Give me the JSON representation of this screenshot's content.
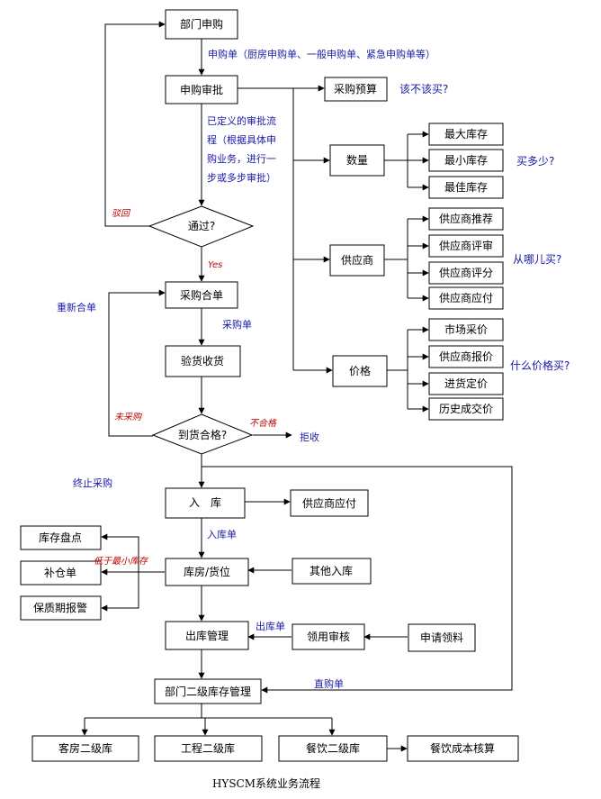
{
  "nodes": {
    "dept_purchase": "部门申购",
    "purchase_approval": "申购审批",
    "purchase_budget": "采购预算",
    "quantity": "数量",
    "max_stock": "最大库存",
    "min_stock": "最小库存",
    "best_stock": "最佳库存",
    "supplier": "供应商",
    "supplier_recommend": "供应商推荐",
    "supplier_review": "供应商评审",
    "supplier_score": "供应商评分",
    "supplier_payable_1": "供应商应付",
    "price": "价格",
    "market_price": "市场采价",
    "supplier_quote": "供应商报价",
    "purchase_price": "进货定价",
    "history_price": "历史成交价",
    "approved": "通过?",
    "purchase_contract": "采购合单",
    "inspection": "验货收货",
    "qualified": "到货合格?",
    "stock_in": "入　库",
    "supplier_payable_2": "供应商应付",
    "inventory_count": "库存盘点",
    "replenish": "补仓单",
    "expiry_alert": "保质期报警",
    "warehouse_location": "库房/货位",
    "other_in": "其他入库",
    "stock_out": "出库管理",
    "requisition_review": "领用审核",
    "apply_material": "申请领料",
    "dept_secondary": "部门二级库存管理",
    "room_secondary": "客房二级库",
    "engineering_secondary": "工程二级库",
    "food_secondary": "餐饮二级库",
    "food_cost": "餐饮成本核算"
  },
  "labels": {
    "purchase_forms": "申购单（厨房申购单、一般申购单、紧急申购单等）",
    "approval_process": [
      "已定义的审批流",
      "程（根据具体申",
      "购业务，进行一",
      "步或多步审批）"
    ],
    "reject_back": "驳回",
    "yes": "Yes",
    "recombine": "重新合单",
    "purchase_order": "采购单",
    "not_purchased": "未采购",
    "unqualified": "不合格",
    "refuse": "拒收",
    "terminate": "终止采购",
    "stock_in_form": "入库单",
    "below_min": "低于最小库存",
    "stock_out_form": "出库单",
    "direct_purchase": "直购单"
  },
  "questions": {
    "should_buy": "该不该买?",
    "how_many": "买多少?",
    "where": "从哪儿买?",
    "what_price": "什么价格买?"
  },
  "caption": "HYSCM系统业务流程"
}
